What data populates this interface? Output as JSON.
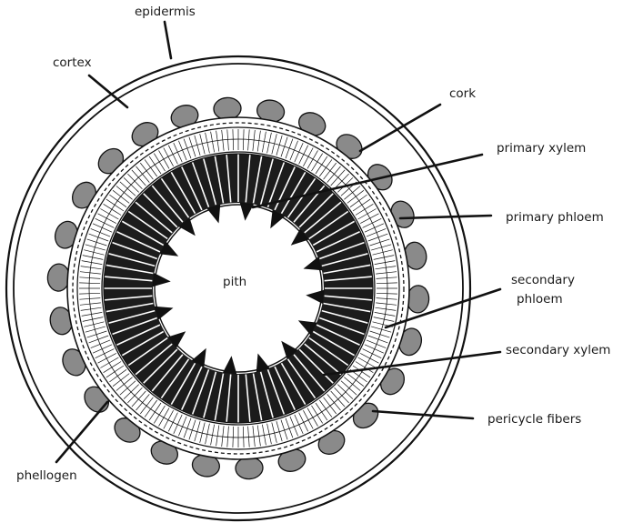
{
  "diagram": {
    "labels": {
      "epidermis": "epidermis",
      "cortex": "cortex",
      "cork": "cork",
      "primary_xylem": "primary xylem",
      "primary_phloem": "primary phloem",
      "pith": "pith",
      "secondary_phloem_line1": "secondary",
      "secondary_phloem_line2": "phloem",
      "secondary_xylem": "secondary xylem",
      "pericycle_fibers": "pericycle fibers",
      "phellogen": "phellogen"
    },
    "counts": {
      "pericycle_fiber_bundles": 26,
      "primary_xylem_points": 16,
      "secondary_xylem_rays": 72
    },
    "colors": {
      "ink": "#111111",
      "fiber_fill": "#8a8a8a",
      "cortex_fill": "#ffffff",
      "pith_fill": "#ffffff"
    }
  }
}
